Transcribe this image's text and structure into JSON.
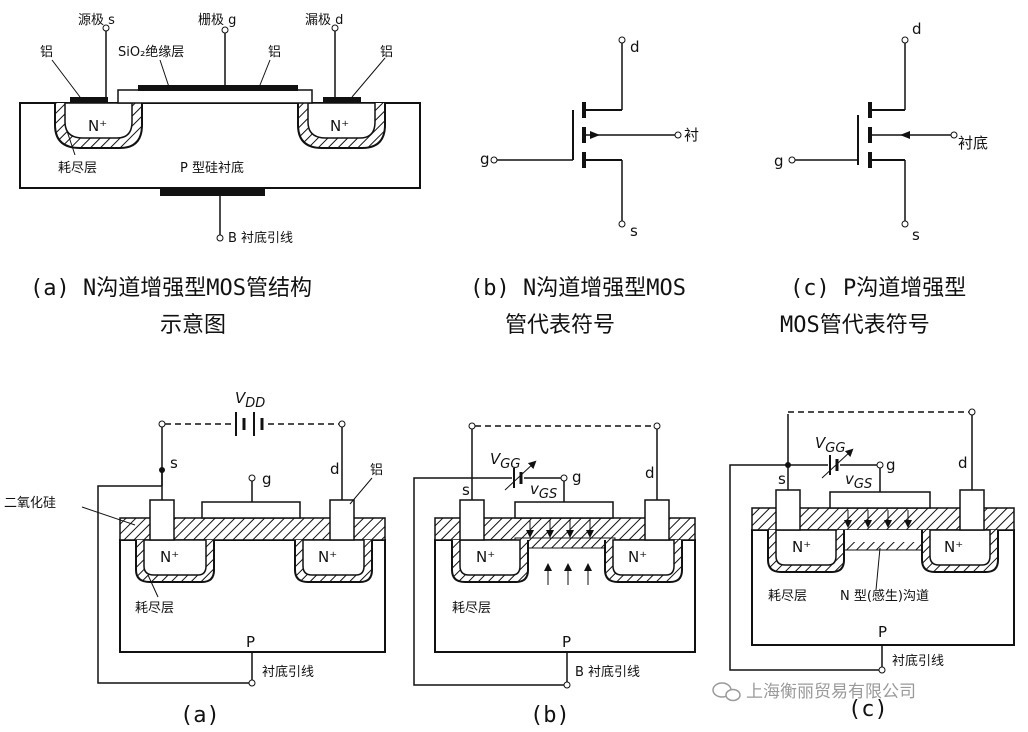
{
  "top": {
    "a": {
      "source": "源极 s",
      "gate": "栅极 g",
      "drain": "漏极 d",
      "al_left": "铝",
      "sio2": "SiO₂绝缘层",
      "al_mid": "铝",
      "al_right": "铝",
      "n_left": "N⁺",
      "n_right": "N⁺",
      "depletion": "耗尽层",
      "substrate": "P 型硅衬底",
      "bulk": "B 衬底引线",
      "caption1": "(a) N沟道增强型MOS管结构",
      "caption2": "示意图"
    },
    "b": {
      "d": "d",
      "g": "g",
      "s": "s",
      "body": "衬",
      "caption1": "(b) N沟道增强型MOS",
      "caption2": "管代表符号"
    },
    "c": {
      "d": "d",
      "g": "g",
      "s": "s",
      "body": "衬底",
      "caption1": "(c) P沟道增强型",
      "caption2": "MOS管代表符号"
    }
  },
  "bottom": {
    "a": {
      "vdd": "V",
      "vdd_sub": "DD",
      "s": "s",
      "g": "g",
      "d": "d",
      "oxide": "二氧化硅",
      "al": "铝",
      "n_left": "N⁺",
      "n_right": "N⁺",
      "depletion": "耗尽层",
      "p": "P",
      "bulk": "衬底引线",
      "caption": "(a)"
    },
    "b": {
      "vgg": "V",
      "vgg_sub": "GG",
      "vgs": "v",
      "vgs_sub": "GS",
      "s": "s",
      "g": "g",
      "d": "d",
      "n_left": "N⁺",
      "n_right": "N⁺",
      "depletion": "耗尽层",
      "p": "P",
      "bulk": "B 衬底引线",
      "caption": "(b)"
    },
    "c": {
      "vgg": "V",
      "vgg_sub": "GG",
      "vgs": "v",
      "vgs_sub": "GS",
      "s": "s",
      "g": "g",
      "d": "d",
      "n_left": "N⁺",
      "n_right": "N⁺",
      "depletion": "耗尽层",
      "channel": "N 型(感生)沟道",
      "p": "P",
      "bulk": "衬底引线",
      "caption": "(c)"
    }
  },
  "watermark": "上海衡丽贸易有限公司"
}
